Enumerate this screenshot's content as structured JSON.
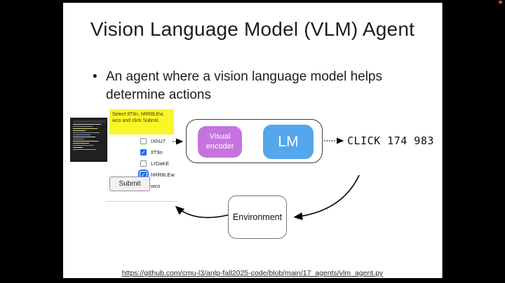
{
  "slide": {
    "title": "Vision Language Model (VLM) Agent",
    "bullet_marker": "•",
    "bullet": "An agent where a vision language model helps determine actions",
    "footer_url": "https://github.com/cmu-l3/anlp-fall2025-code/blob/main/17_agents/vlm_agent.py"
  },
  "diagram": {
    "instruction": "Select IlT9n, hRR8LEw, wco and click Submit.",
    "checkboxes": [
      {
        "label": "IXhU7",
        "checked": false,
        "focused": false
      },
      {
        "label": "IlT9n",
        "checked": true,
        "focused": false
      },
      {
        "label": "LrDaKE",
        "checked": false,
        "focused": false
      },
      {
        "label": "hRR8LEw",
        "checked": true,
        "focused": true
      },
      {
        "label": "wco",
        "checked": false,
        "focused": false
      }
    ],
    "checkmark_glyph": "✓",
    "submit_label": "Submit",
    "visual_encoder_label": "Visual encoder",
    "lm_label": "LM",
    "action_text": "CLICK 174 983",
    "environment_label": "Environment",
    "colors": {
      "visual_encoder_bg": "#c673e0",
      "lm_bg": "#55a6ec",
      "instruction_bg": "#f9f628",
      "checkbox_checked": "#1b74e8",
      "record_dot": "#dd4b1f"
    }
  }
}
